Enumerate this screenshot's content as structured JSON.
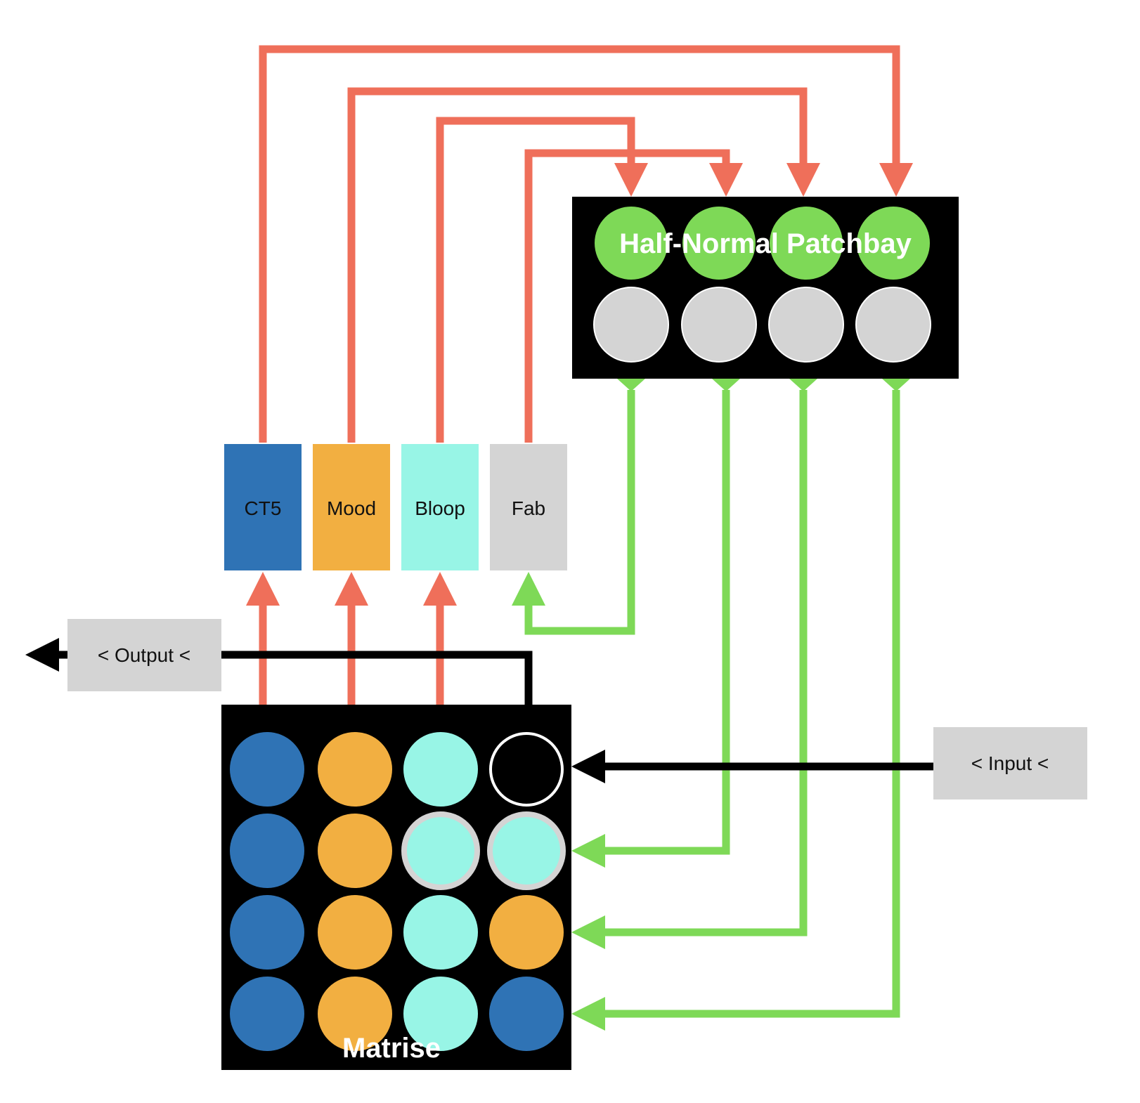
{
  "colors": {
    "red_wire": "#EF6F5A",
    "green_wire": "#7ED957",
    "black_wire": "#000000",
    "ct5": "#2F73B5",
    "mood": "#F2AF41",
    "bloop": "#98F5E6",
    "fab": "#D4D4D4",
    "jack_top": "#7ED957",
    "jack_bottom": "#D4D4D4",
    "panel": "#000000",
    "io_box": "#D4D4D4"
  },
  "modules": [
    {
      "id": "ct5",
      "label": "CT5",
      "color": "ct5"
    },
    {
      "id": "mood",
      "label": "Mood",
      "color": "mood"
    },
    {
      "id": "bloop",
      "label": "Bloop",
      "color": "bloop"
    },
    {
      "id": "fab",
      "label": "Fab",
      "color": "fab"
    }
  ],
  "patchbay": {
    "title": "Half-Normal Patchbay",
    "top_jacks": 4,
    "bottom_jacks": 4
  },
  "matrix": {
    "title": "Matrise",
    "rows": [
      [
        "ct5",
        "mood",
        "bloop",
        "empty"
      ],
      [
        "ct5",
        "mood",
        "bloop-ringed",
        "bloop-ringed"
      ],
      [
        "ct5",
        "mood",
        "bloop",
        "mood"
      ],
      [
        "ct5",
        "mood",
        "bloop",
        "ct5"
      ]
    ]
  },
  "io": {
    "output_label": "< Output <",
    "input_label": "< Input <"
  }
}
